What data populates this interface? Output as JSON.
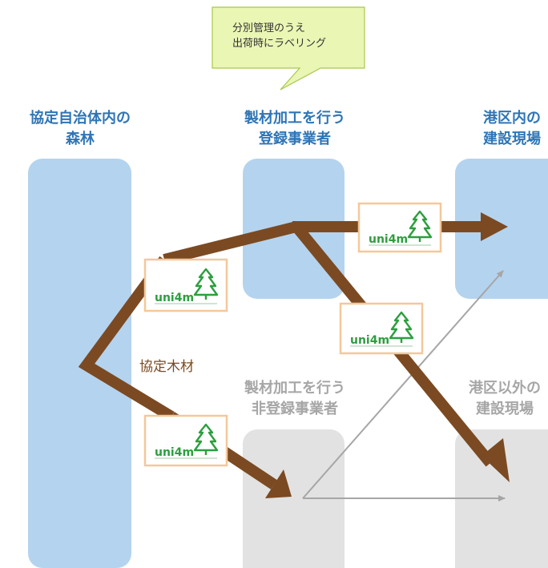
{
  "colors": {
    "blue_column": "#b4d3ef",
    "gray_column": "#e2e2e2",
    "arrow": "#7b4a22",
    "thin_arrow": "#a6a6a6",
    "heading_blue": "#2e75b6",
    "heading_gray": "#a6a6a6",
    "tag_border": "#f4c89a",
    "logo_green": "#2e9e3f",
    "callout_fill": "#eaf6b4",
    "callout_border": "#a8c84a"
  },
  "callout": {
    "line1": "分別管理のうえ",
    "line2": "出荷時にラベリング"
  },
  "headings": {
    "forest": {
      "line1": "協定自治体内の",
      "line2": "森林"
    },
    "registered": {
      "line1": "製材加工を行う",
      "line2": "登録事業者"
    },
    "port_site": {
      "line1": "港区内の",
      "line2": "建設現場"
    },
    "unregistered": {
      "line1": "製材加工を行う",
      "line2": "非登録事業者"
    },
    "other_site": {
      "line1": "港区以外の",
      "line2": "建設現場"
    }
  },
  "timber_label": "協定木材",
  "tags": [
    {
      "logo_text": "uni4m",
      "icon": "tree-icon"
    },
    {
      "logo_text": "uni4m",
      "icon": "tree-icon"
    },
    {
      "logo_text": "uni4m",
      "icon": "tree-icon"
    },
    {
      "logo_text": "uni4m",
      "icon": "tree-icon"
    }
  ]
}
